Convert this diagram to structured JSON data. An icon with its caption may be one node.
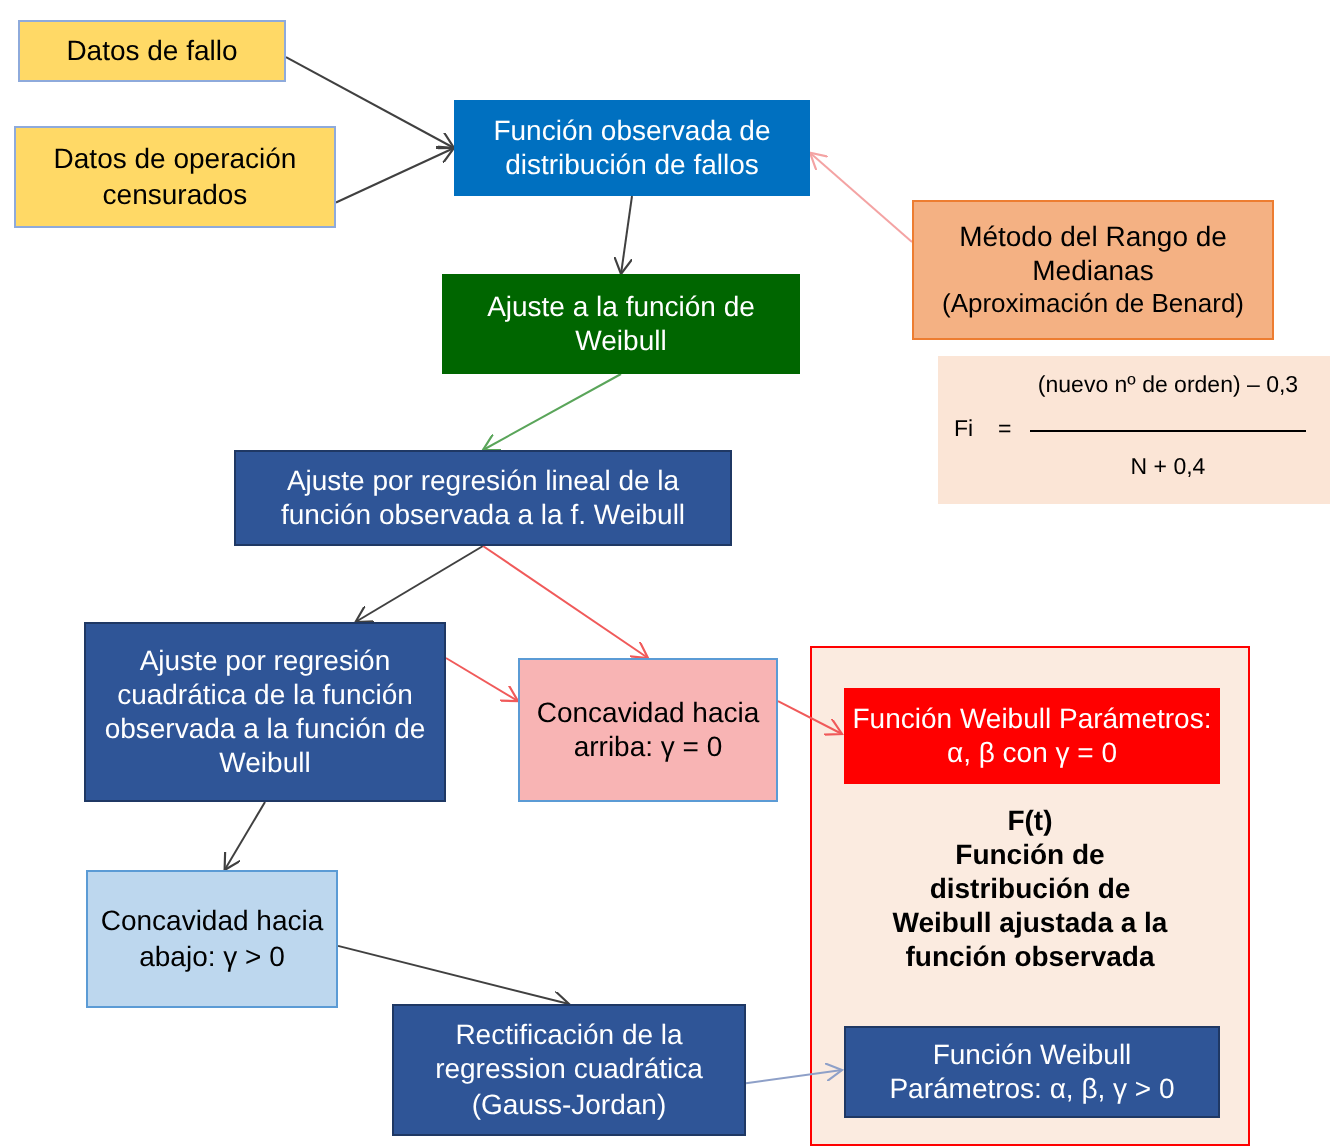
{
  "diagram": {
    "nodes": [
      {
        "text": [
          "Datos de fallo"
        ]
      },
      {
        "text": [
          "Datos de operación censurados"
        ]
      },
      {
        "text": [
          "Función observada de distribución de fallos"
        ]
      },
      {
        "text": [
          "Método del Rango de Medianas",
          "(Aproximación de Benard)"
        ]
      },
      {
        "text": [
          "Fi",
          "=",
          "(nuevo nº de orden) – 0,3",
          "N + 0,4"
        ]
      },
      {
        "text": [
          "Ajuste a la función de Weibull"
        ]
      },
      {
        "text": [
          "Ajuste por regresión lineal de la función observada a la f.  Weibull"
        ]
      },
      {
        "text": [
          "Ajuste por regresión cuadrática de la función observada a la función de Weibull"
        ]
      },
      {
        "text": [
          "Concavidad hacia arriba: γ = 0"
        ]
      },
      {
        "text": [
          "F(t)",
          "Función de distribución de Weibull ajustada a la función observada"
        ]
      },
      {
        "text": [
          "Función Weibull Parámetros: α, β con γ = 0"
        ],
        "in": 9
      },
      {
        "text": [
          "Concavidad hacia abajo: γ > 0"
        ]
      },
      {
        "text": [
          "Rectificación de la regression cuadrática (Gauss-Jordan)"
        ]
      },
      {
        "text": [
          "Función Weibull Parámetros: α, β, γ > 0"
        ],
        "in": 9
      }
    ],
    "edges": [
      {
        "from": 0,
        "to": 2,
        "arrow": "to"
      },
      {
        "from": 1,
        "to": 2,
        "arrow": "to"
      },
      {
        "from": 3,
        "to": 2,
        "arrow": "to",
        "color": "#f4a3a3"
      },
      {
        "from": 2,
        "to": 5,
        "arrow": "to"
      },
      {
        "from": 5,
        "to": 6,
        "arrow": "to",
        "color": "#5aa55a"
      },
      {
        "from": 6,
        "to": 7,
        "arrow": "to"
      },
      {
        "from": 6,
        "to": 8,
        "arrow": "to",
        "color": "#f05a5a"
      },
      {
        "from": 7,
        "to": 8,
        "arrow": "to",
        "color": "#f05a5a"
      },
      {
        "from": 8,
        "to": 10,
        "arrow": "to",
        "color": "#f05a5a"
      },
      {
        "from": 7,
        "to": 11,
        "arrow": "to"
      },
      {
        "from": 11,
        "to": 12,
        "arrow": "to"
      },
      {
        "from": 12,
        "to": 13,
        "arrow": "to",
        "color": "#8ea0c8"
      }
    ]
  }
}
